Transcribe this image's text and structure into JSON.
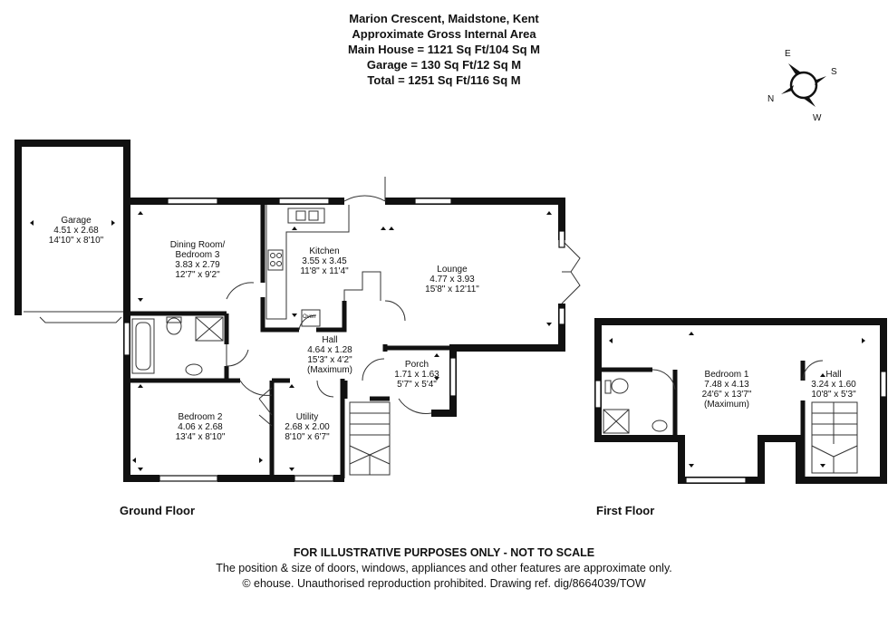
{
  "header": {
    "address": "Marion Crescent, Maidstone, Kent",
    "subtitle": "Approximate Gross Internal Area",
    "main_house": "Main House = 1121 Sq Ft/104 Sq M",
    "garage": "Garage = 130 Sq Ft/12 Sq M",
    "total": "Total = 1251 Sq Ft/116 Sq M"
  },
  "compass": {
    "e": "E",
    "s": "S",
    "n": "N",
    "w": "W"
  },
  "rooms": {
    "garage": {
      "name": "Garage",
      "metric": "4.51 x 2.68",
      "imperial": "14'10\" x 8'10\""
    },
    "dining": {
      "name": "Dining Room/",
      "name2": "Bedroom 3",
      "metric": "3.83 x 2.79",
      "imperial": "12'7\" x 9'2\""
    },
    "kitchen": {
      "name": "Kitchen",
      "metric": "3.55 x 3.45",
      "imperial": "11'8\" x 11'4\""
    },
    "lounge": {
      "name": "Lounge",
      "metric": "4.77 x 3.93",
      "imperial": "15'8\" x 12'11\""
    },
    "hall": {
      "name": "Hall",
      "metric": "4.64 x 1.28",
      "imperial": "15'3\" x 4'2\"",
      "note": "(Maximum)"
    },
    "porch": {
      "name": "Porch",
      "metric": "1.71 x 1.63",
      "imperial": "5'7\" x 5'4\""
    },
    "bedroom2": {
      "name": "Bedroom 2",
      "metric": "4.06 x 2.68",
      "imperial": "13'4\" x 8'10\""
    },
    "utility": {
      "name": "Utility",
      "metric": "2.68 x 2.00",
      "imperial": "8'10\" x 6'7\""
    },
    "bedroom1": {
      "name": "Bedroom 1",
      "metric": "7.48 x 4.13",
      "imperial": "24'6\" x 13'7\"",
      "note": "(Maximum)"
    },
    "hall_first": {
      "name": "Hall",
      "metric": "3.24 x 1.60",
      "imperial": "10'8\" x 5'3\""
    },
    "oven": "Oven"
  },
  "floors": {
    "ground": "Ground Floor",
    "first": "First Floor"
  },
  "footer": {
    "disclaimer": "FOR ILLUSTRATIVE PURPOSES ONLY - NOT TO SCALE",
    "note": "The position & size of doors, windows, appliances and other features are approximate only.",
    "copyright": "© ehouse. Unauthorised reproduction prohibited. Drawing ref. dig/8664039/TOW"
  }
}
